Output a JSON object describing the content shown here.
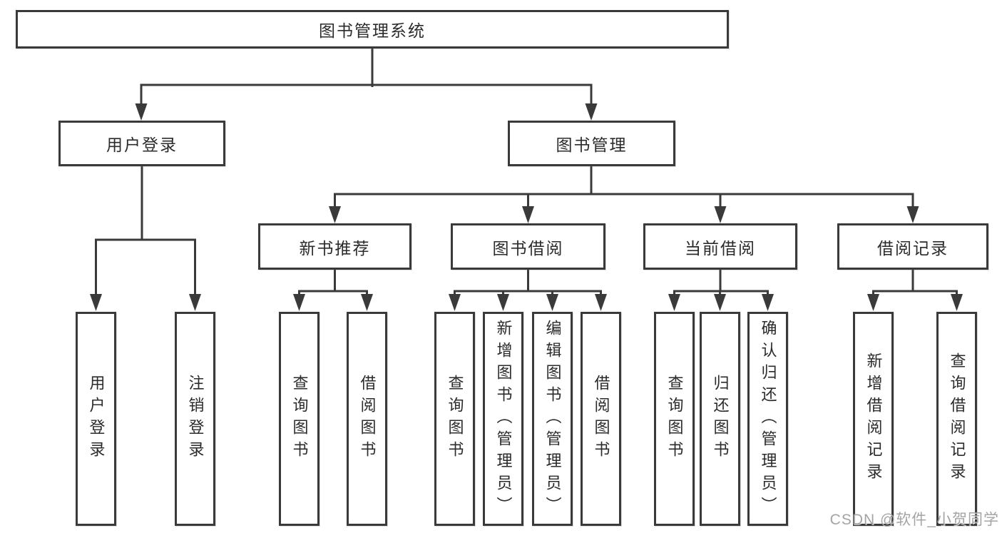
{
  "diagram": {
    "root": {
      "label": "图书管理系统"
    },
    "level2": [
      {
        "id": "user-login",
        "label": "用户登录"
      },
      {
        "id": "book-management",
        "label": "图书管理"
      }
    ],
    "level3": [
      {
        "id": "new-book-recommend",
        "label": "新书推荐"
      },
      {
        "id": "book-borrow",
        "label": "图书借阅"
      },
      {
        "id": "current-borrow",
        "label": "当前借阅"
      },
      {
        "id": "borrow-record",
        "label": "借阅记录"
      }
    ],
    "leaves": [
      {
        "id": "user-login",
        "label": "用户登录"
      },
      {
        "id": "logout",
        "label": "注销登录"
      },
      {
        "id": "query-books-recommend",
        "label": "查询图书"
      },
      {
        "id": "borrow-books-recommend",
        "label": "借阅图书"
      },
      {
        "id": "query-books-borrow",
        "label": "查询图书"
      },
      {
        "id": "add-book-admin",
        "label": "新增图书（管理员）"
      },
      {
        "id": "edit-book-admin",
        "label": "编辑图书（管理员）"
      },
      {
        "id": "borrow-books-borrow",
        "label": "借阅图书"
      },
      {
        "id": "query-books-current",
        "label": "查询图书"
      },
      {
        "id": "return-book",
        "label": "归还图书"
      },
      {
        "id": "confirm-return-admin",
        "label": "确认归还（管理员）"
      },
      {
        "id": "add-borrow-record",
        "label": "新增借阅记录"
      },
      {
        "id": "query-borrow-record",
        "label": "查询借阅记录"
      }
    ]
  },
  "watermark": {
    "text": "CSDN @软件_小贺同学"
  },
  "colors": {
    "line": "#3a3a3a",
    "border": "#3a3a3a",
    "text": "#2b2b2b",
    "watermark": "#9a9a9a",
    "background": "#ffffff"
  }
}
